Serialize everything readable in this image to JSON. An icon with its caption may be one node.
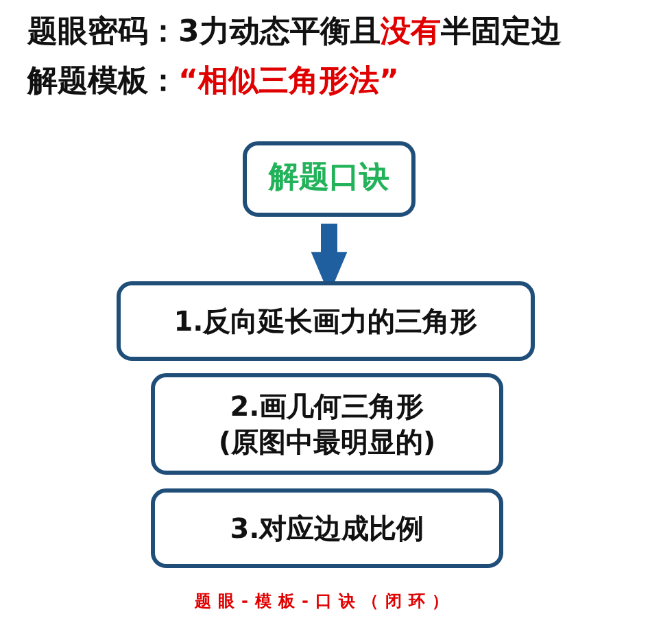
{
  "diagram": {
    "caption": "题眼-模板-口诀（闭环）",
    "nodes": [
      {
        "text": [
          "解题口诀"
        ]
      },
      {
        "text": [
          "1.反向延长画力的三角形"
        ]
      },
      {
        "text": [
          "2.画几何三角形 (原图中最明显的)"
        ]
      },
      {
        "text": [
          "3.对应边成比例"
        ]
      }
    ],
    "edges": [
      {
        "from": 0,
        "to": 1,
        "arrow": "to"
      }
    ],
    "labels": [
      "题眼密码：3力动态平衡且**没有**半固定边",
      "解题模板：**“相似三角形法”**"
    ]
  }
}
